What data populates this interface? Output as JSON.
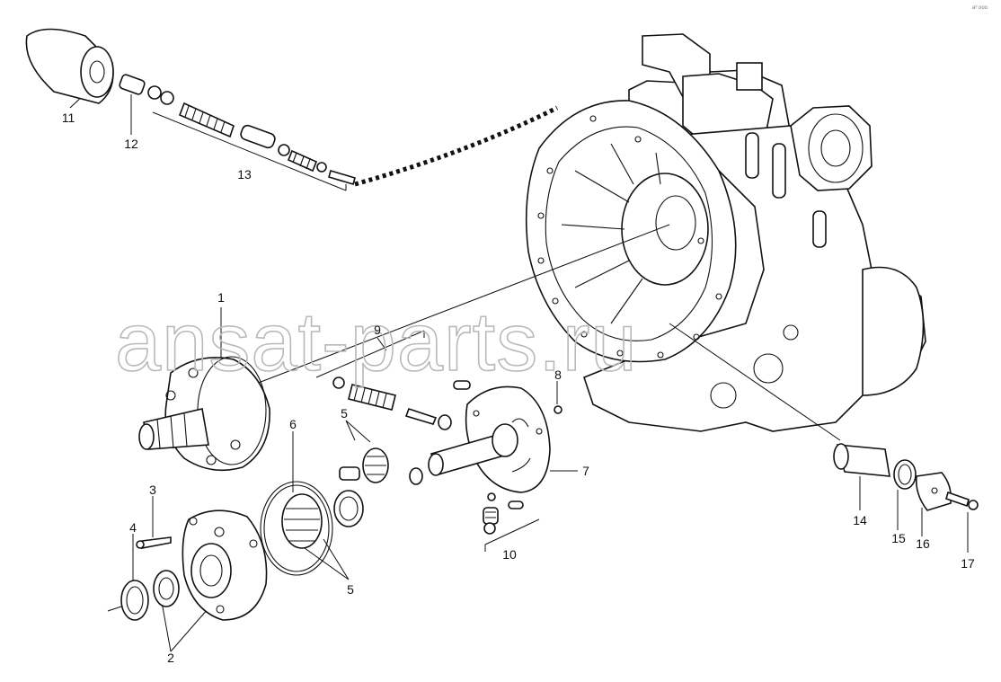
{
  "watermark": "ansat-parts.ru",
  "corner_mark": "a³ ooo",
  "callouts": [
    {
      "id": "c1",
      "label": "1"
    },
    {
      "id": "c2",
      "label": "2"
    },
    {
      "id": "c3",
      "label": "3"
    },
    {
      "id": "c4",
      "label": "4"
    },
    {
      "id": "c5a",
      "label": "5"
    },
    {
      "id": "c5b",
      "label": "5"
    },
    {
      "id": "c6",
      "label": "6"
    },
    {
      "id": "c7",
      "label": "7"
    },
    {
      "id": "c8",
      "label": "8"
    },
    {
      "id": "c9",
      "label": "9"
    },
    {
      "id": "c10",
      "label": "10"
    },
    {
      "id": "c11",
      "label": "11"
    },
    {
      "id": "c12",
      "label": "12"
    },
    {
      "id": "c13",
      "label": "13"
    },
    {
      "id": "c14",
      "label": "14"
    },
    {
      "id": "c15",
      "label": "15"
    },
    {
      "id": "c16",
      "label": "16"
    },
    {
      "id": "c17",
      "label": "17"
    }
  ]
}
